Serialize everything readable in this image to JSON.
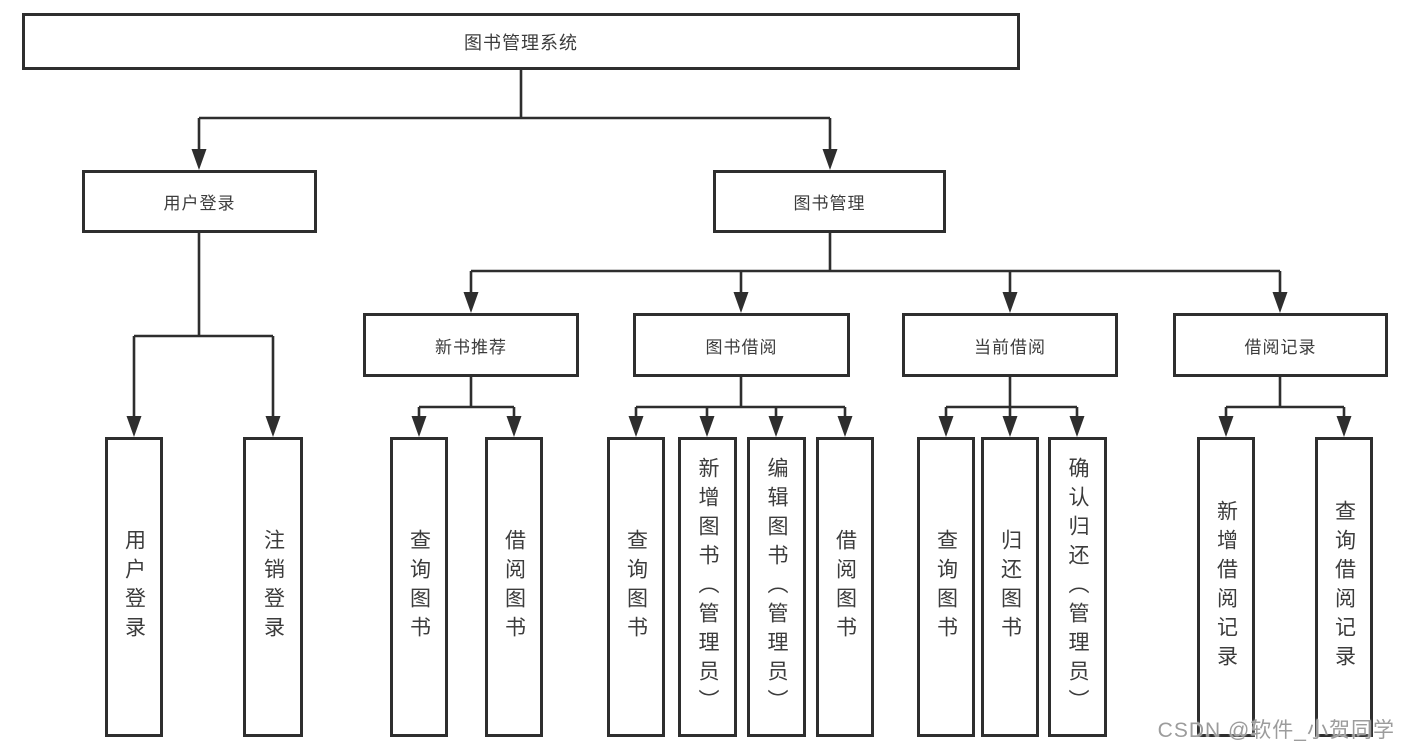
{
  "diagram": {
    "type": "hierarchy-tree",
    "root": {
      "label": "图书管理系统"
    },
    "level2": {
      "user_login": {
        "label": "用户登录"
      },
      "book_mgmt": {
        "label": "图书管理"
      }
    },
    "level3": {
      "new_book": {
        "label": "新书推荐"
      },
      "book_borrow": {
        "label": "图书借阅"
      },
      "current_borrow": {
        "label": "当前借阅"
      },
      "borrow_record": {
        "label": "借阅记录"
      }
    },
    "leaves": {
      "user_login": [
        "用户登录",
        "注销登录"
      ],
      "new_book": [
        "查询图书",
        "借阅图书"
      ],
      "book_borrow": [
        "查询图书",
        "新增图书（管理员）",
        "编辑图书（管理员）",
        "借阅图书"
      ],
      "current_borrow": [
        "查询图书",
        "归还图书",
        "确认归还（管理员）"
      ],
      "borrow_record": [
        "新增借阅记录",
        "查询借阅记录"
      ]
    }
  },
  "watermark": {
    "text": "CSDN @软件_小贺同学",
    "color": "#9c9c9c"
  },
  "colors": {
    "line": "#2e2e2e",
    "text": "#3c3c3c",
    "node_fill": "#ffffff",
    "background": "#ffffff"
  }
}
